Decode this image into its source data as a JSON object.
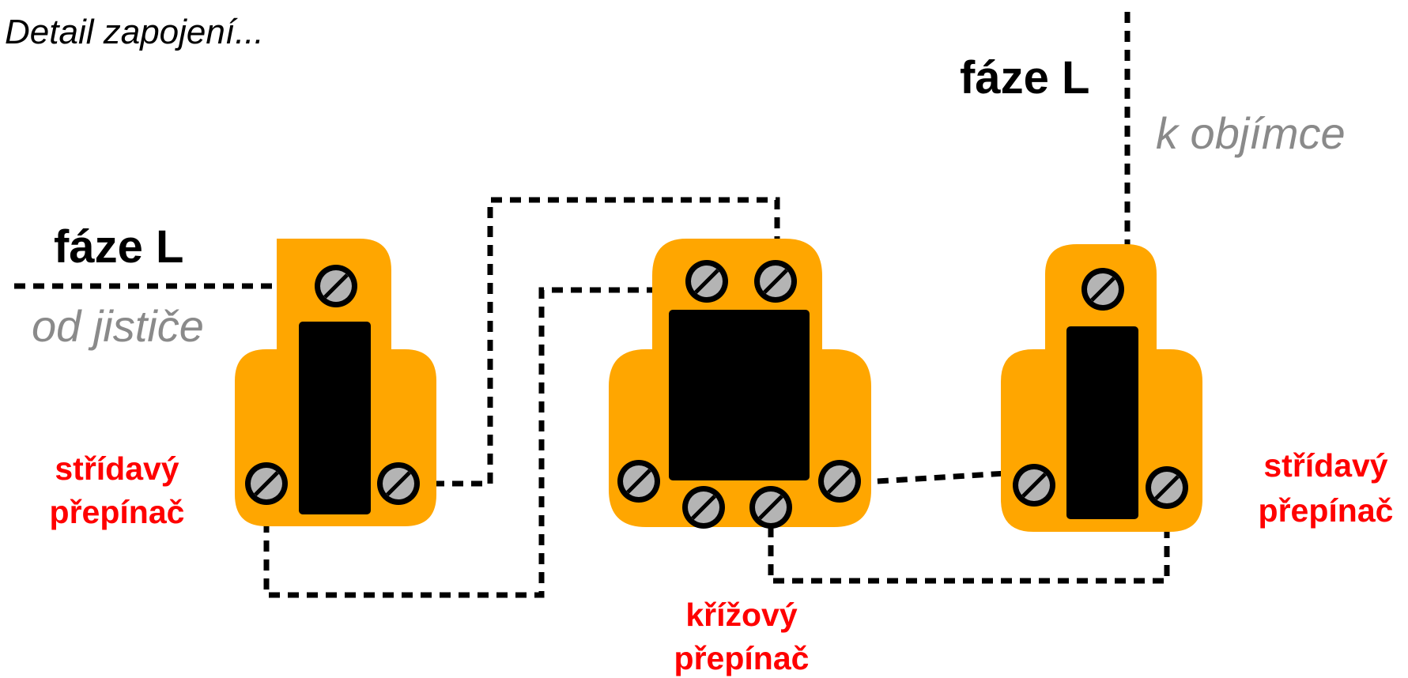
{
  "title": "Detail zapojení...",
  "left": {
    "phase_label": "fáze L",
    "source_label": "od jističe",
    "switch_label_1": "střídavý",
    "switch_label_2": "přepínač"
  },
  "middle": {
    "switch_label_1": "křížový",
    "switch_label_2": "přepínač"
  },
  "right": {
    "phase_label": "fáze L",
    "dest_label": "k objímce",
    "switch_label_1": "střídavý",
    "switch_label_2": "přepínač"
  },
  "colors": {
    "switch_body": "#ffa600",
    "switch_rocker": "#000000",
    "screw_head": "#b4b4b4",
    "switch_label": "#ff0000",
    "wire_label": "#8a8a8a",
    "wire": "#000000"
  }
}
